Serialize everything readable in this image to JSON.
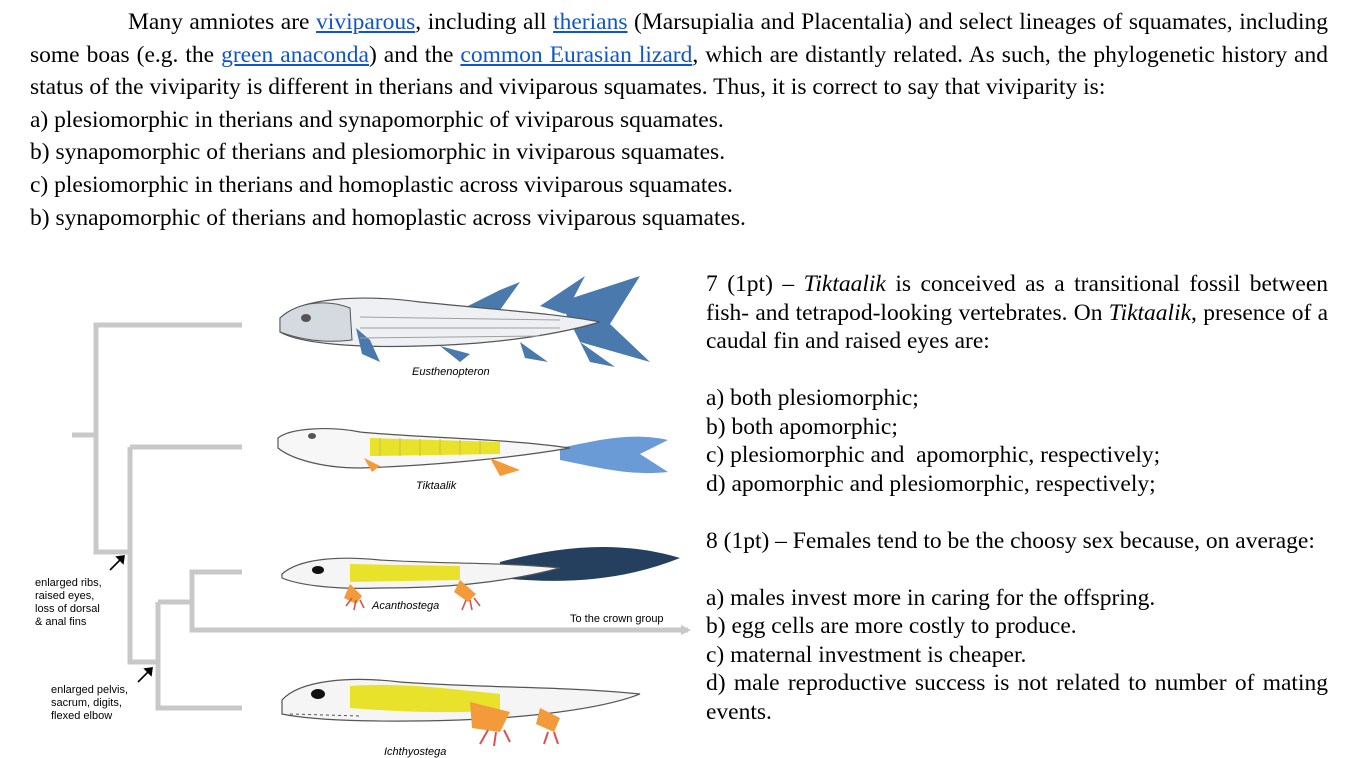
{
  "question6": {
    "intro_1": "Many amniotes are ",
    "link_viviparous": "viviparous",
    "intro_2": ", including all ",
    "link_therians": "therians",
    "intro_3": " (Marsupialia and Placentalia) and select lineages of squamates, including some boas (e.g. the ",
    "link_anaconda": "green anaconda",
    "intro_4": ") and the ",
    "link_lizard": "common Eurasian lizard",
    "intro_5": ", which are distantly related. As such, the phylogenetic history and status of the viviparity is different in therians and viviparous squamates. Thus, it is correct to say that viviparity is:",
    "options": [
      "a) plesiomorphic in therians and synapomorphic of viviparous squamates.",
      "b) synapomorphic of therians and plesiomorphic in viviparous squamates.",
      "c) plesiomorphic in therians and homoplastic across viviparous squamates.",
      "b) synapomorphic of therians and homoplastic across viviparous squamates."
    ]
  },
  "question7": {
    "prefix": "7 (1pt) – ",
    "taxon": "Tiktaalik",
    "stem_1": " is conceived as a transitional fossil between fish- and tetrapod-looking vertebrates. On ",
    "stem_2": ", presence of a caudal fin and raised eyes are:",
    "options": [
      "a) both plesiomorphic;",
      "b) both apomorphic;",
      "c) plesiomorphic and  apomorphic, respectively;",
      "d) apomorphic and plesiomorphic, respectively;"
    ]
  },
  "question8": {
    "stem": "8 (1pt) – Females tend to be the choosy sex because, on average:",
    "options": [
      "a) males invest more in caring for the offspring.",
      "b) egg cells are more costly to produce.",
      "c) maternal investment is cheaper.",
      "d) male reproductive success is not related to number of mating events."
    ]
  },
  "figure": {
    "taxa": [
      "Eusthenopteron",
      "Tiktaalik",
      "Acanthostega",
      "Ichthyostega"
    ],
    "node_note_1": "enlarged ribs,\nraised eyes,\nloss of dorsal\n& anal fins",
    "node_note_2": "enlarged pelvis,\nsacrum, digits,\nflexed elbow",
    "crown_label": "To the crown group",
    "colors": {
      "tree": "#c8c8c8",
      "fin_blue": "#4a7aad",
      "fin_light_blue": "#6a9bd6",
      "fin_dark": "#24405e",
      "bone_yellow": "#e9e22a",
      "limb_orange": "#f39a3a",
      "digit_red": "#d9534f"
    }
  }
}
